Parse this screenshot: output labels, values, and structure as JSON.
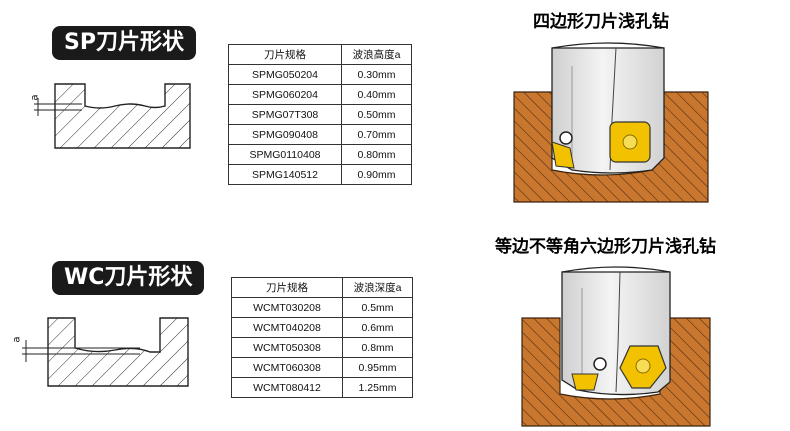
{
  "sp_section": {
    "title": "SP刀片形状",
    "dim_label": "a",
    "table": {
      "headers": [
        "刀片规格",
        "波浪高度a"
      ],
      "rows": [
        [
          "SPMG050204",
          "0.30mm"
        ],
        [
          "SPMG060204",
          "0.40mm"
        ],
        [
          "SPMG07T308",
          "0.50mm"
        ],
        [
          "SPMG090408",
          "0.70mm"
        ],
        [
          "SPMG0110408",
          "0.80mm"
        ],
        [
          "SPMG140512",
          "0.90mm"
        ]
      ]
    }
  },
  "wc_section": {
    "title": "WC刀片形状",
    "dim_label": "a",
    "table": {
      "headers": [
        "刀片规格",
        "波浪深度a"
      ],
      "rows": [
        [
          "WCMT030208",
          "0.5mm"
        ],
        [
          "WCMT040208",
          "0.6mm"
        ],
        [
          "WCMT050308",
          "0.8mm"
        ],
        [
          "WCMT060308",
          "0.95mm"
        ],
        [
          "WCMT080412",
          "1.25mm"
        ]
      ]
    }
  },
  "drill_square": {
    "title": "四边形刀片浅孔钻"
  },
  "drill_hex": {
    "title": "等边不等角六边形刀片浅孔钻"
  },
  "colors": {
    "workpiece": "#c9762f",
    "insert": "#f2c200",
    "hatch": "#4a2a10",
    "body": "#e6e6e6"
  }
}
